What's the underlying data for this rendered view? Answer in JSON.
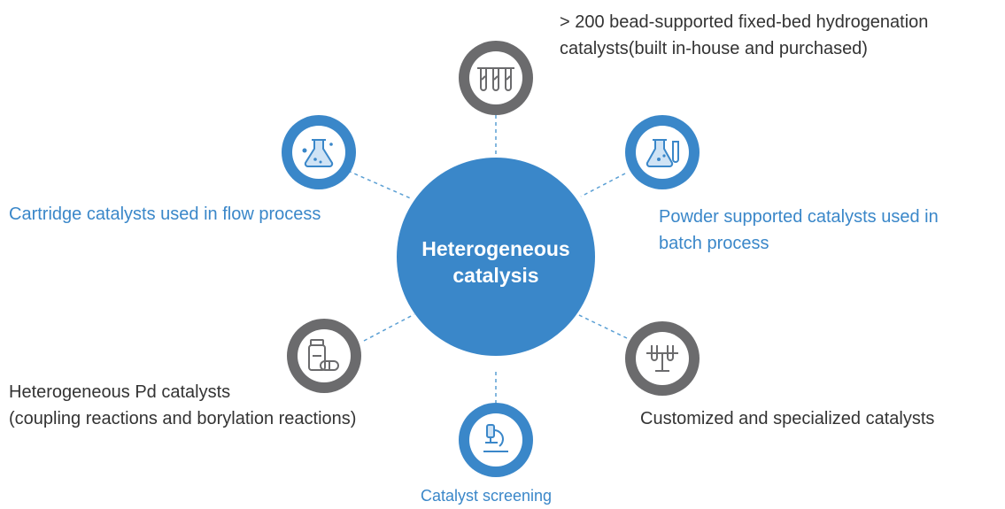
{
  "center": {
    "title_line1": "Heterogeneous",
    "title_line2": "catalysis"
  },
  "colors": {
    "blue": "#3a87c9",
    "gray": "#6b6b6d",
    "text_dark": "#333333",
    "connector": "#5a9fd4"
  },
  "nodes": [
    {
      "id": "top",
      "icon": "test-tubes-icon",
      "ring_color": "gray",
      "label_lines": [
        "> 200 bead-supported fixed-bed hydrogenation",
        "catalysts(built in-house and purchased)"
      ],
      "label_color": "dark"
    },
    {
      "id": "upper-right",
      "icon": "flask-tube-icon",
      "ring_color": "blue",
      "label_lines": [
        "Powder supported catalysts used in",
        "batch process"
      ],
      "label_color": "blue"
    },
    {
      "id": "lower-right",
      "icon": "tube-rack-icon",
      "ring_color": "gray",
      "label_lines": [
        "Customized and specialized catalysts"
      ],
      "label_color": "dark"
    },
    {
      "id": "bottom",
      "icon": "microscope-icon",
      "ring_color": "blue",
      "label_lines": [
        "Catalyst screening"
      ],
      "label_color": "blue"
    },
    {
      "id": "lower-left",
      "icon": "pill-bottle-icon",
      "ring_color": "gray",
      "label_lines": [
        "Heterogeneous Pd catalysts",
        "(coupling reactions and borylation reactions)"
      ],
      "label_color": "dark"
    },
    {
      "id": "upper-left",
      "icon": "erlenmeyer-flask-icon",
      "ring_color": "blue",
      "label_lines": [
        "Cartridge catalysts used in flow process"
      ],
      "label_color": "blue"
    }
  ]
}
